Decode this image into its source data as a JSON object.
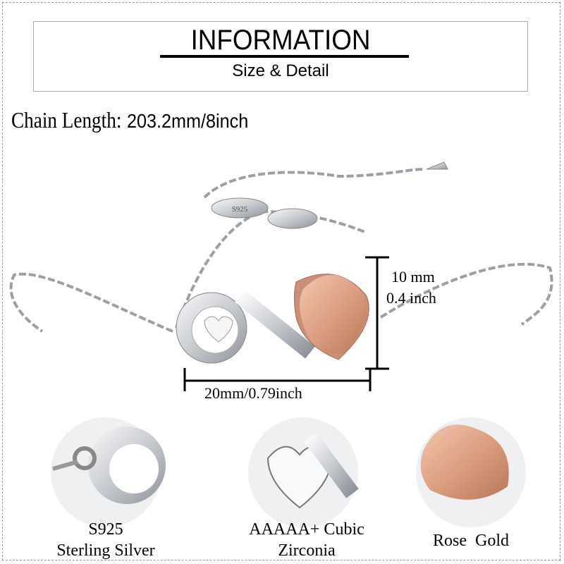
{
  "header": {
    "title": "INFORMATION",
    "subtitle": "Size & Detail"
  },
  "chain_length": {
    "label": "Chain Length:",
    "value": "203.2mm/8inch"
  },
  "dimensions": {
    "height_mm": "10 mm",
    "height_in": "0.4 inch",
    "width": "20mm/0.79inch"
  },
  "stamp": "S925",
  "features": [
    {
      "line1": "S925",
      "line2": "Sterling Silver"
    },
    {
      "line1": "AAAAA+ Cubic",
      "line2": "Zirconia"
    },
    {
      "line1": "Rose  Gold",
      "line2": ""
    }
  ],
  "colors": {
    "rose_gold": "#e0a585",
    "silver": "#c8cbd0"
  }
}
